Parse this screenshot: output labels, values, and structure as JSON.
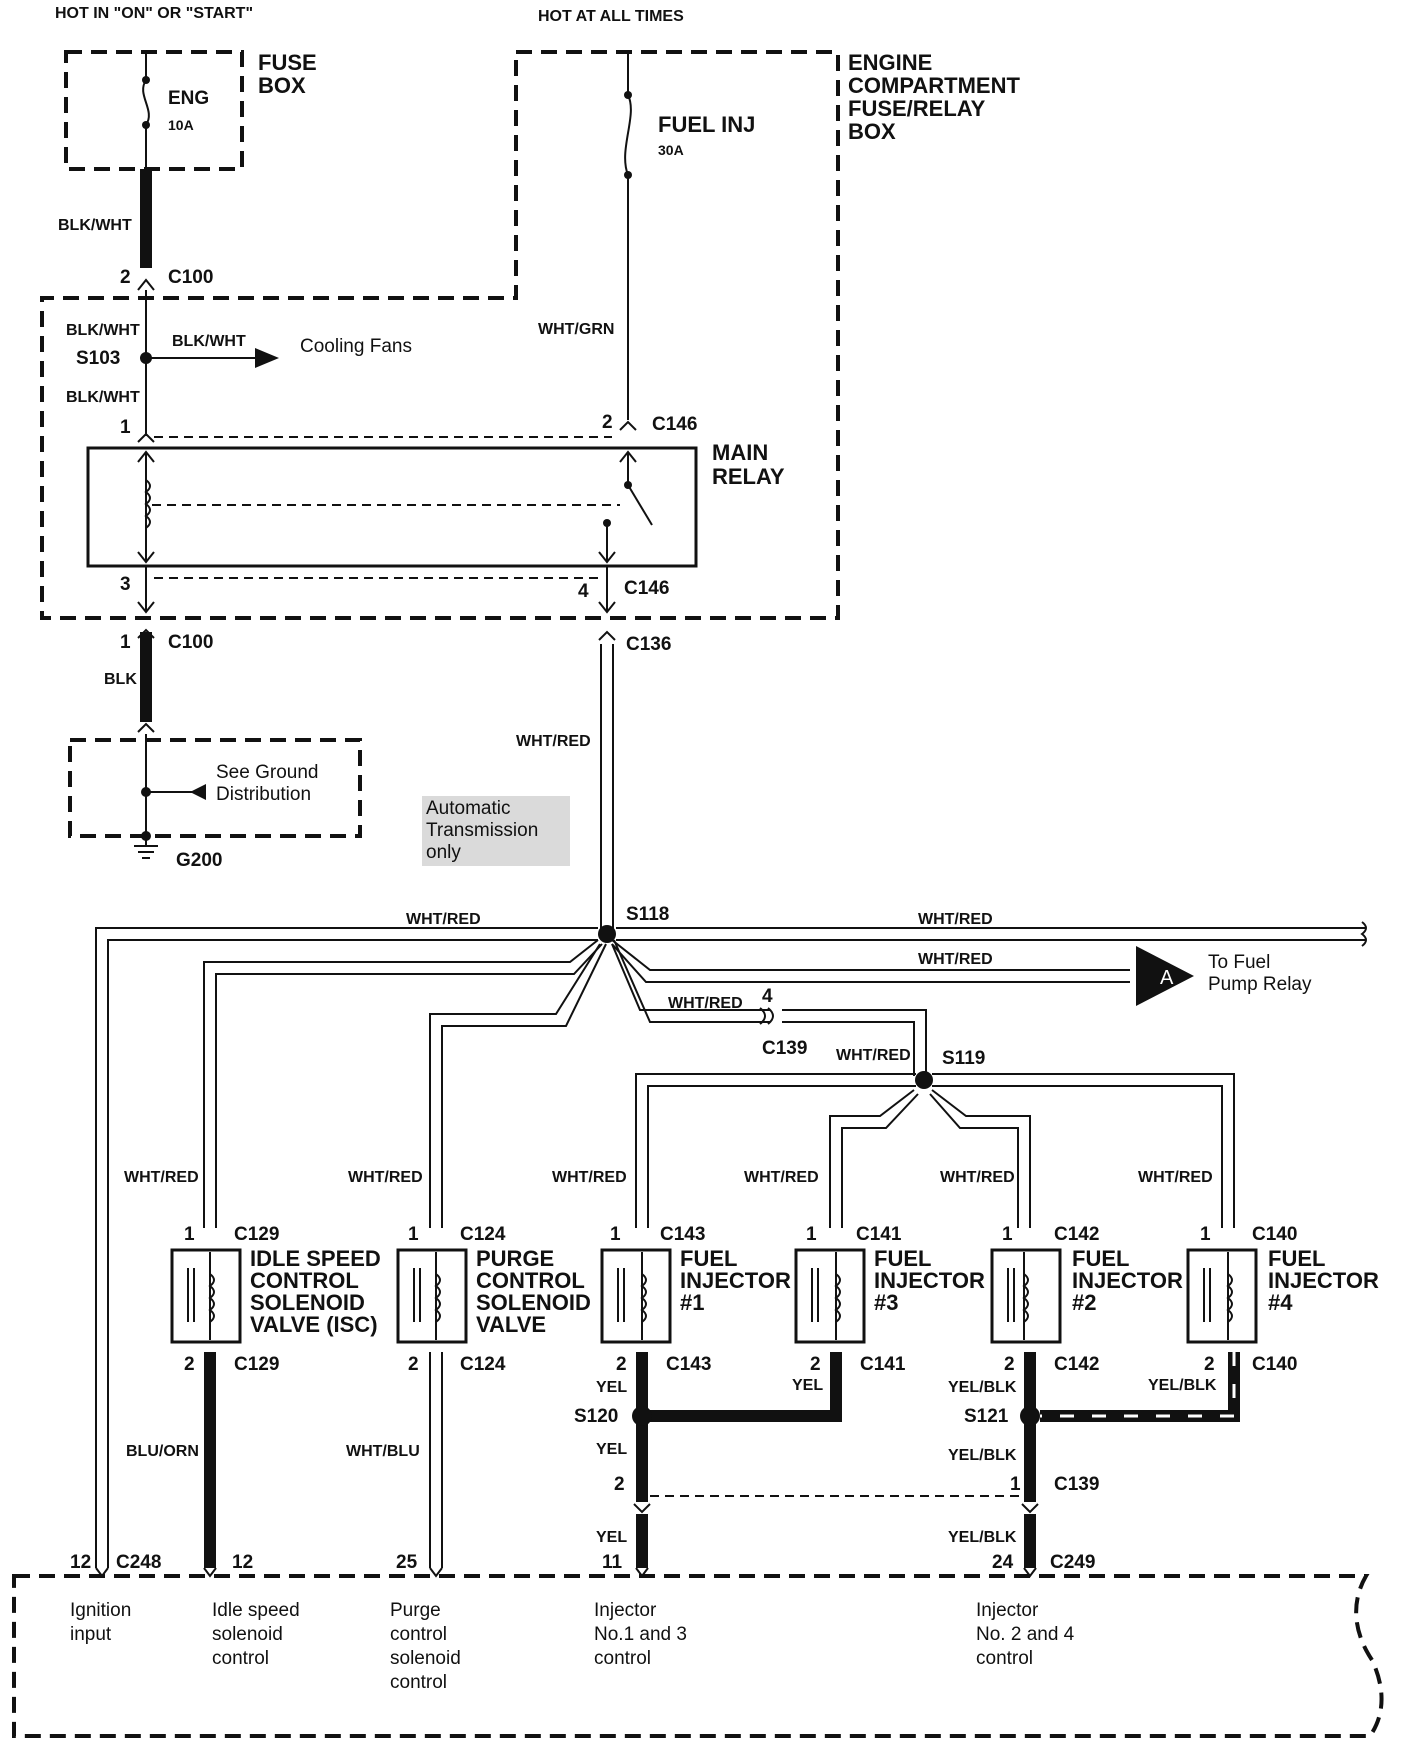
{
  "header": {
    "hot_run_start": "HOT IN \"ON\" OR \"START\"",
    "hot_all_times": "HOT AT ALL TIMES"
  },
  "fuse_box": {
    "title_line1": "FUSE",
    "title_line2": "BOX",
    "fuse_name": "ENG",
    "fuse_rating": "10A"
  },
  "engine_box": {
    "title_lines": [
      "ENGINE",
      "COMPARTMENT",
      "FUSE/RELAY",
      "BOX"
    ],
    "fuse_name": "FUEL INJ",
    "fuse_rating": "30A"
  },
  "main_relay": {
    "line1": "MAIN",
    "line2": "RELAY"
  },
  "connectors": {
    "c100": "C100",
    "c146": "C146",
    "c136": "C136",
    "c139": "C139",
    "c129": "C129",
    "c124": "C124",
    "c143": "C143",
    "c141": "C141",
    "c142": "C142",
    "c140": "C140",
    "c248": "C248",
    "c249": "C249"
  },
  "splices": {
    "s103": "S103",
    "s118": "S118",
    "s119": "S119",
    "s120": "S120",
    "s121": "S121"
  },
  "pins": {
    "p1": "1",
    "p2": "2",
    "p3": "3",
    "p4": "4",
    "p11": "11",
    "p12": "12",
    "p24": "24",
    "p25": "25"
  },
  "wire_colors": {
    "blk_wht": "BLK/WHT",
    "blk": "BLK",
    "wht_grn": "WHT/GRN",
    "wht_red": "WHT/RED",
    "blu_orn": "BLU/ORN",
    "wht_blu": "WHT/BLU",
    "yel": "YEL",
    "yel_blk": "YEL/BLK"
  },
  "cooling_fans": "Cooling Fans",
  "ground": {
    "line1": "See Ground",
    "line2": "Distribution",
    "id": "G200"
  },
  "auto_trans": {
    "line1": "Automatic",
    "line2": "Transmission",
    "line3": "only"
  },
  "fuel_pump": {
    "marker": "A",
    "line1": "To Fuel",
    "line2": "Pump Relay"
  },
  "components": {
    "isc": [
      "IDLE SPEED",
      "CONTROL",
      "SOLENOID",
      "VALVE (ISC)"
    ],
    "purge": [
      "PURGE",
      "CONTROL",
      "SOLENOID",
      "VALVE"
    ],
    "inj1": [
      "FUEL",
      "INJECTOR",
      "#1"
    ],
    "inj3": [
      "FUEL",
      "INJECTOR",
      "#3"
    ],
    "inj2": [
      "FUEL",
      "INJECTOR",
      "#2"
    ],
    "inj4": [
      "FUEL",
      "INJECTOR",
      "#4"
    ]
  },
  "ecm_inputs": {
    "ignition": [
      "Ignition",
      "input"
    ],
    "idle": [
      "Idle speed",
      "solenoid",
      "control"
    ],
    "purge": [
      "Purge",
      "control",
      "solenoid",
      "control"
    ],
    "inj13": [
      "Injector",
      "No.1 and 3",
      "control"
    ],
    "inj24": [
      "Injector",
      "No. 2 and 4",
      "control"
    ]
  }
}
